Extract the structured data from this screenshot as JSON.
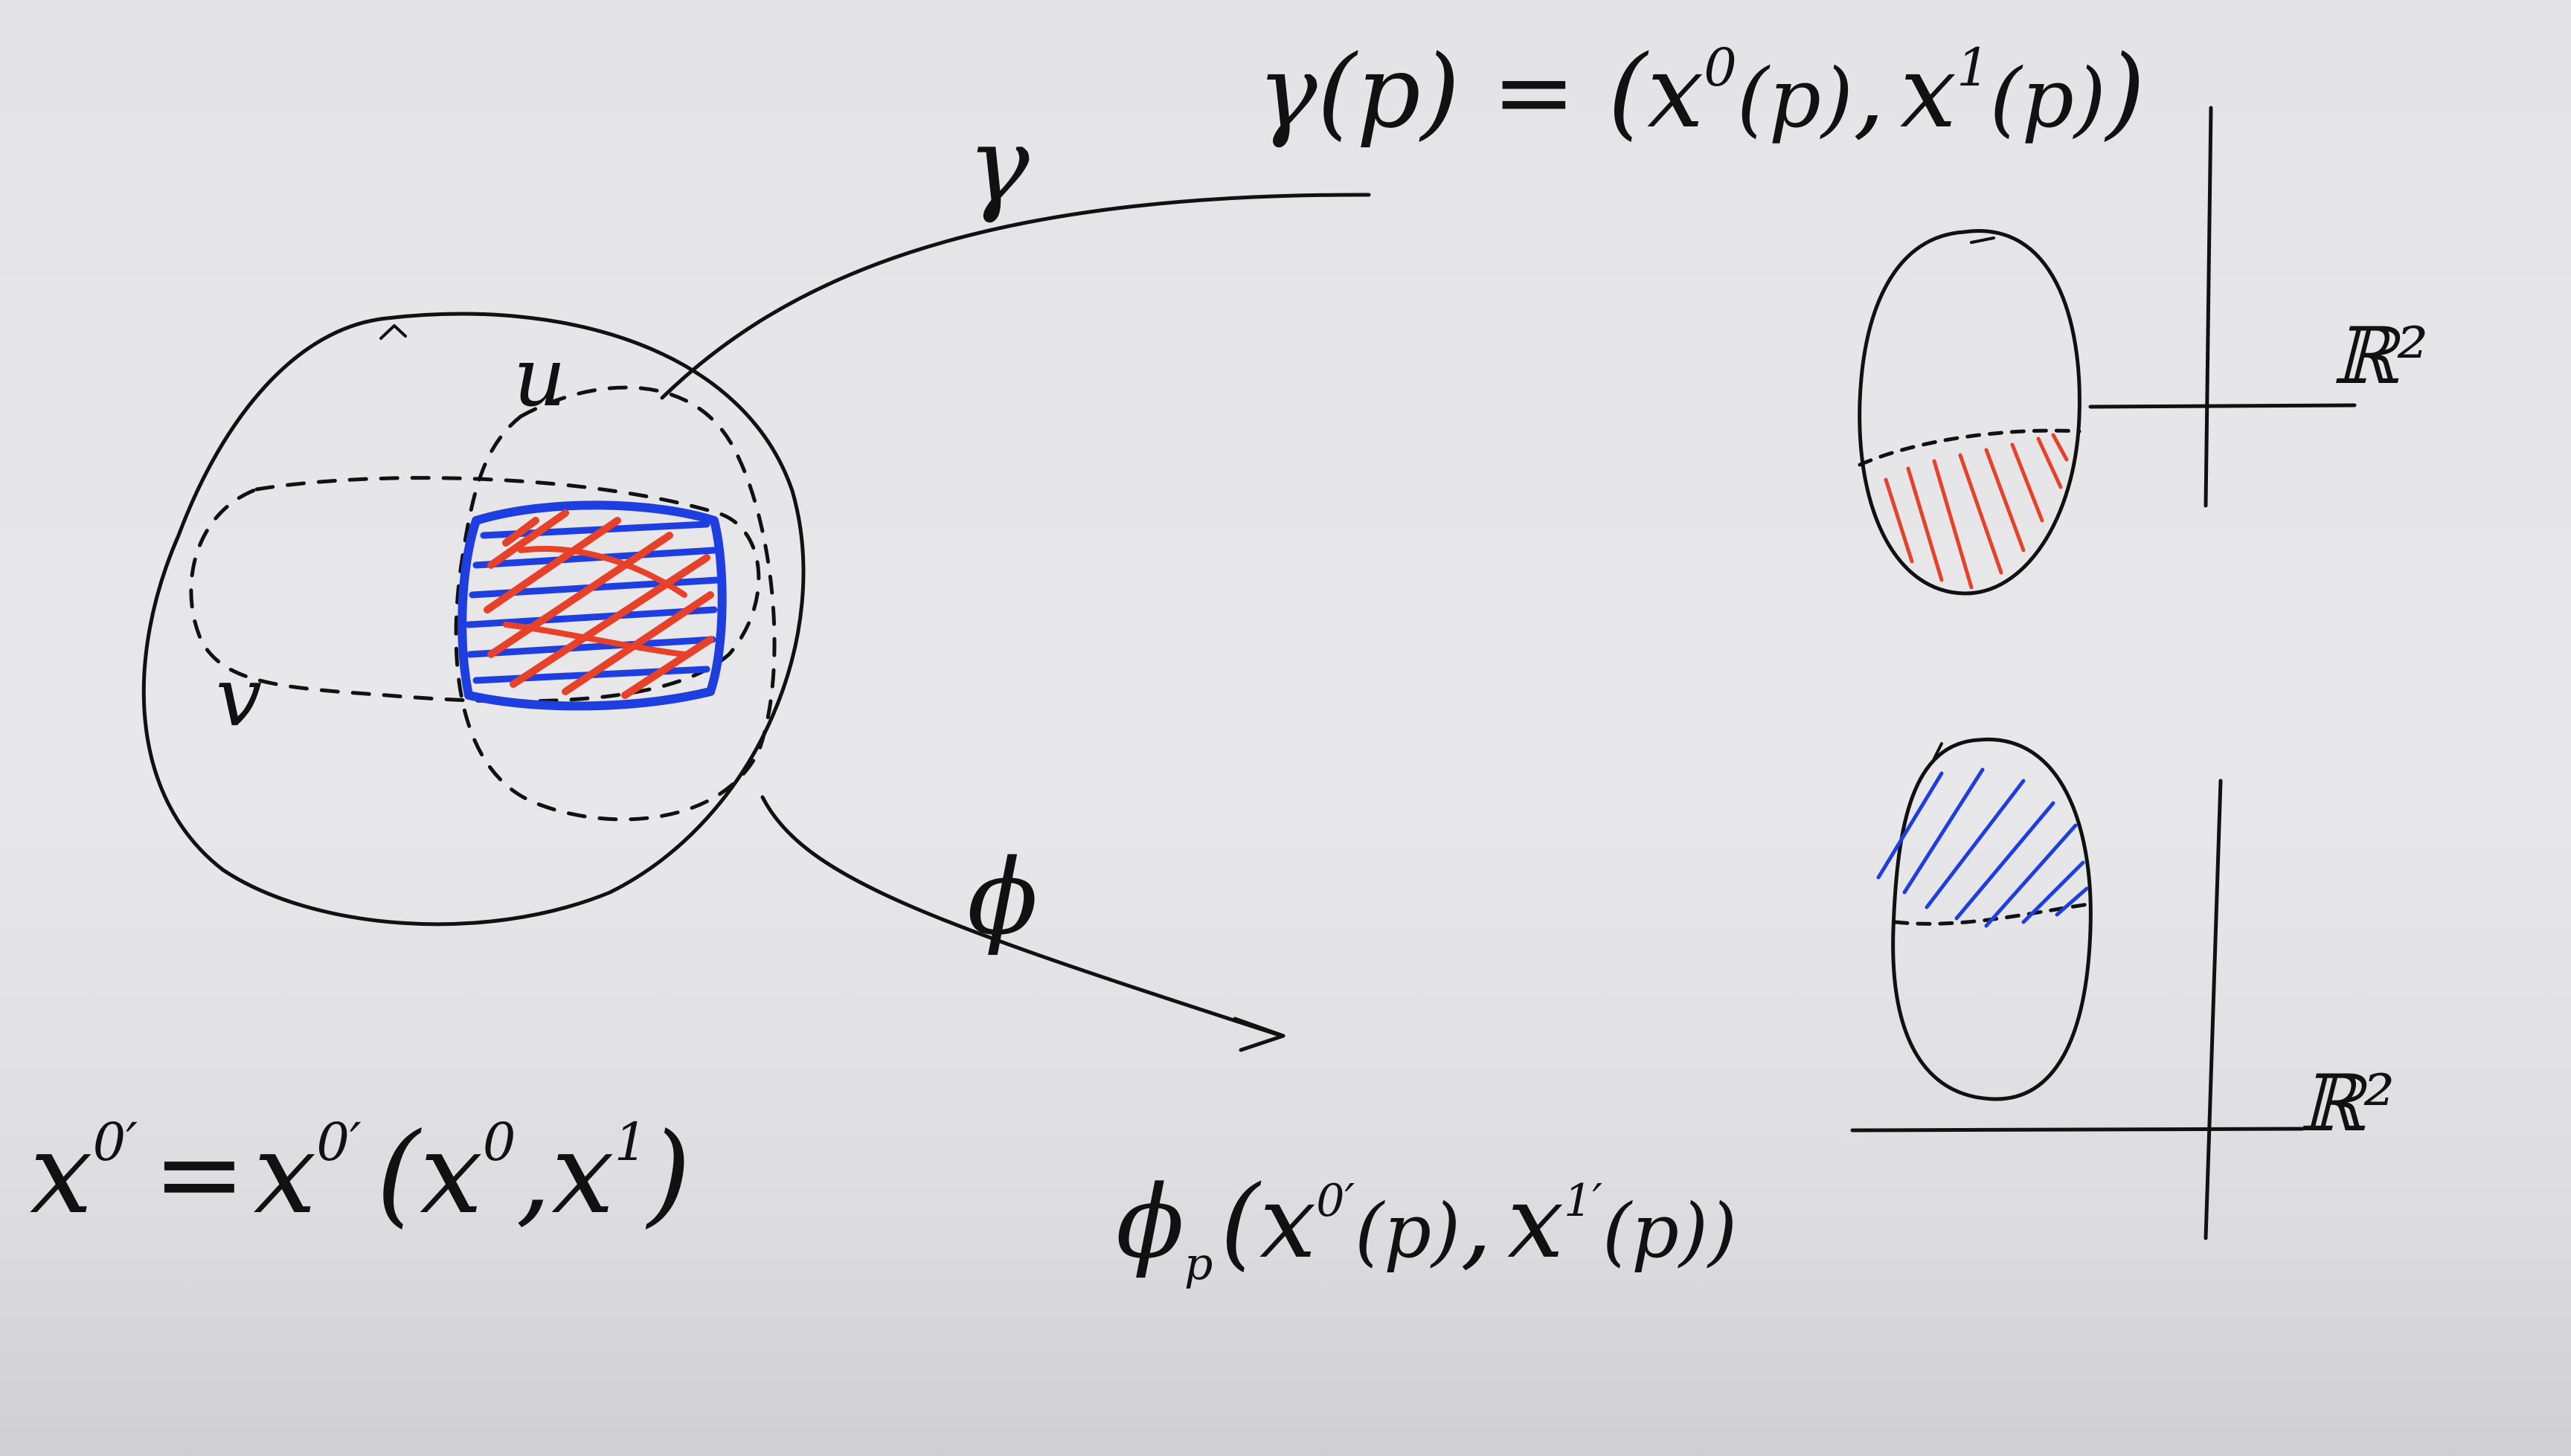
{
  "colors": {
    "ink": "#111111",
    "red_hatch": "#e8412a",
    "blue_hatch": "#1f3ee0",
    "board": "#e6e6e8"
  },
  "labels": {
    "map_gamma": "γ",
    "map_phi": "ϕ",
    "set_u": "u",
    "set_v": "v",
    "r2_top": "ℝ²",
    "r2_bottom": "ℝ²"
  },
  "equations": {
    "gamma_of_p": {
      "lhs": "γ(p) = (",
      "x0": "x",
      "x0_sup": "0",
      "x0_arg": "(p)",
      "comma": ",",
      "x1": "x",
      "x1_sup": "1",
      "x1_arg": "(p)",
      "close": ")"
    },
    "phi_p": {
      "phi": "ϕ",
      "phi_sub": "p",
      "open": "(",
      "x0": "x",
      "x0_sup": "0′",
      "x0_arg": "(p)",
      "comma": ",",
      "x1": "x",
      "x1_sup": "1′",
      "x1_arg": "(p))"
    },
    "transition": {
      "lhs_x": "x",
      "lhs_sup": "0′",
      "equals": "=",
      "rhs_x": "x",
      "rhs_sup": "0′",
      "args_open": "(",
      "arg1": "x",
      "arg1_sup": "0",
      "args_comma": ",",
      "arg2": "x",
      "arg2_sup": "1",
      "args_close": ")"
    }
  }
}
